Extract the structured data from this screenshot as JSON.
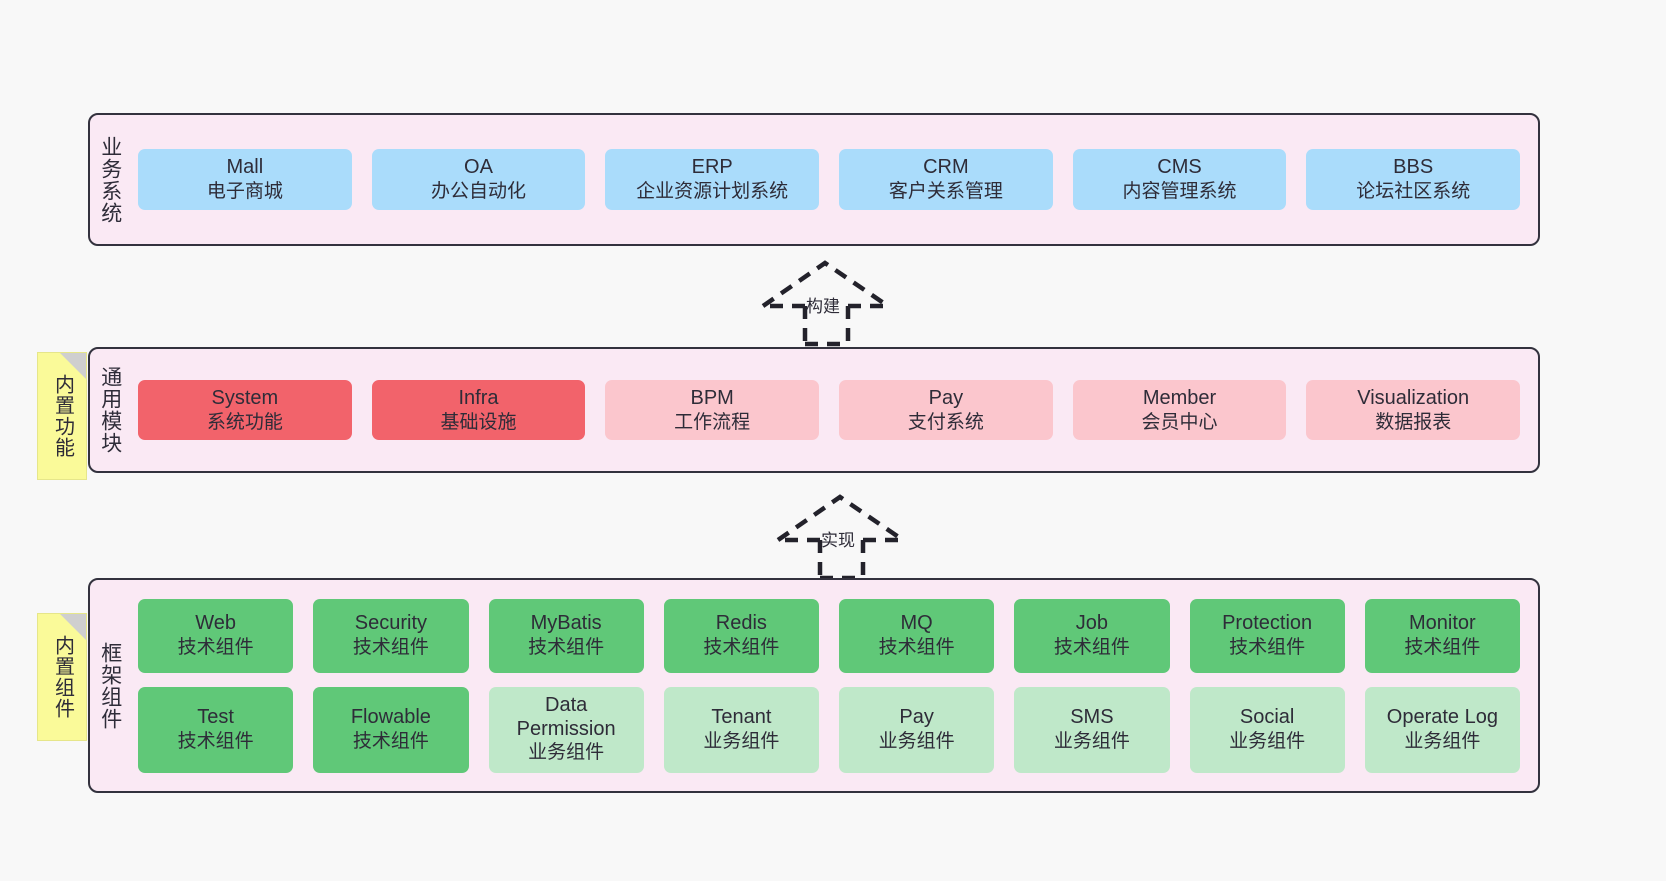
{
  "diagram": {
    "background": "#f8f8f8",
    "container_fill": "#fae9f4",
    "container_stroke": "#33323e"
  },
  "layers": [
    {
      "id": "business-systems",
      "title": "业务系统",
      "rows": [
        {
          "cells": [
            {
              "en": "Mall",
              "cn": "电子商城",
              "color": "#aadcfb",
              "style": "c-blue"
            },
            {
              "en": "OA",
              "cn": "办公自动化",
              "color": "#aadcfb",
              "style": "c-blue"
            },
            {
              "en": "ERP",
              "cn": "企业资源计划系统",
              "color": "#aadcfb",
              "style": "c-blue"
            },
            {
              "en": "CRM",
              "cn": "客户关系管理",
              "color": "#aadcfb",
              "style": "c-blue"
            },
            {
              "en": "CMS",
              "cn": "内容管理系统",
              "color": "#aadcfb",
              "style": "c-blue"
            },
            {
              "en": "BBS",
              "cn": "论坛社区系统",
              "color": "#aadcfb",
              "style": "c-blue"
            }
          ]
        }
      ]
    },
    {
      "id": "common-modules",
      "title": "通用模块",
      "sticky": "内置功能",
      "rows": [
        {
          "cells": [
            {
              "en": "System",
              "cn": "系统功能",
              "color": "#f2636b",
              "style": "c-red"
            },
            {
              "en": "Infra",
              "cn": "基础设施",
              "color": "#f2636b",
              "style": "c-red"
            },
            {
              "en": "BPM",
              "cn": "工作流程",
              "color": "#fbc6cd",
              "style": "c-pink"
            },
            {
              "en": "Pay",
              "cn": "支付系统",
              "color": "#fbc6cd",
              "style": "c-pink"
            },
            {
              "en": "Member",
              "cn": "会员中心",
              "color": "#fbc6cd",
              "style": "c-pink"
            },
            {
              "en": "Visualization",
              "cn": "数据报表",
              "color": "#fbc6cd",
              "style": "c-pink"
            }
          ]
        }
      ]
    },
    {
      "id": "framework-components",
      "title": "框架组件",
      "sticky": "内置组件",
      "rows": [
        {
          "cells": [
            {
              "en": "Web",
              "cn": "技术组件",
              "color": "#60c878",
              "style": "c-green"
            },
            {
              "en": "Security",
              "cn": "技术组件",
              "color": "#60c878",
              "style": "c-green"
            },
            {
              "en": "MyBatis",
              "cn": "技术组件",
              "color": "#60c878",
              "style": "c-green"
            },
            {
              "en": "Redis",
              "cn": "技术组件",
              "color": "#60c878",
              "style": "c-green"
            },
            {
              "en": "MQ",
              "cn": "技术组件",
              "color": "#60c878",
              "style": "c-green"
            },
            {
              "en": "Job",
              "cn": "技术组件",
              "color": "#60c878",
              "style": "c-green"
            },
            {
              "en": "Protection",
              "cn": "技术组件",
              "color": "#60c878",
              "style": "c-green"
            },
            {
              "en": "Monitor",
              "cn": "技术组件",
              "color": "#60c878",
              "style": "c-green"
            }
          ]
        },
        {
          "cells": [
            {
              "en": "Test",
              "cn": "技术组件",
              "color": "#60c878",
              "style": "c-green"
            },
            {
              "en": "Flowable",
              "cn": "技术组件",
              "color": "#60c878",
              "style": "c-green"
            },
            {
              "en": "Data Permission",
              "cn": "业务组件",
              "color": "#bfe8c9",
              "style": "c-lgreen"
            },
            {
              "en": "Tenant",
              "cn": "业务组件",
              "color": "#bfe8c9",
              "style": "c-lgreen"
            },
            {
              "en": "Pay",
              "cn": "业务组件",
              "color": "#bfe8c9",
              "style": "c-lgreen"
            },
            {
              "en": "SMS",
              "cn": "业务组件",
              "color": "#bfe8c9",
              "style": "c-lgreen"
            },
            {
              "en": "Social",
              "cn": "业务组件",
              "color": "#bfe8c9",
              "style": "c-lgreen"
            },
            {
              "en": "Operate Log",
              "cn": "业务组件",
              "color": "#bfe8c9",
              "style": "c-lgreen"
            }
          ]
        }
      ]
    }
  ],
  "connectors": [
    {
      "id": "build",
      "label": "构建",
      "direction": "up",
      "from": "common-modules",
      "to": "business-systems"
    },
    {
      "id": "implement",
      "label": "实现",
      "direction": "up",
      "from": "framework-components",
      "to": "common-modules"
    }
  ]
}
